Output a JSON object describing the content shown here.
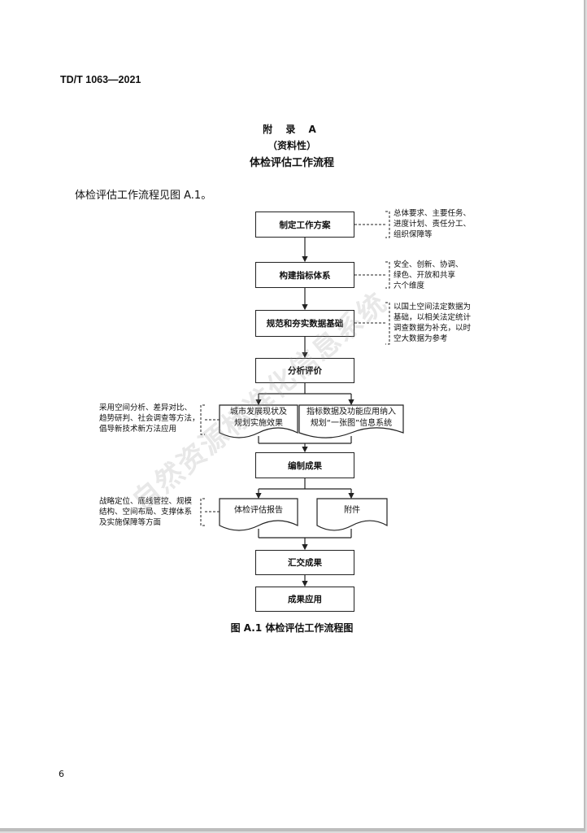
{
  "header": {
    "standard_code": "TD/T  1063—2021"
  },
  "appendix": {
    "label": "附 录 A",
    "nature": "（资料性）",
    "title": "体检评估工作流程"
  },
  "intro_text": "体检评估工作流程见图 A.1。",
  "flowchart": {
    "steps": {
      "s1": "制定工作方案",
      "s2": "构建指标体系",
      "s3": "规范和夯实数据基础",
      "s4": "分析评价",
      "s5": "编制成果",
      "s6": "汇交成果",
      "s7": "成果应用"
    },
    "docs": {
      "d1_line1": "城市发展现状及",
      "d1_line2": "规划实施效果",
      "d2_line1": "指标数据及功能应用纳入",
      "d2_line2": "规划“一张图”信息系统",
      "d3": "体检评估报告",
      "d4": "附件"
    },
    "notes": {
      "n1": [
        "总体要求、主要任务、",
        "进度计划、责任分工、",
        "组织保障等"
      ],
      "n2": [
        "安全、创新、协调、",
        "绿色、开放和共享",
        "六个维度"
      ],
      "n3": [
        "以国土空间法定数据为",
        "基础，以相关法定统计",
        "调查数据为补充，以时",
        "空大数据为参考"
      ],
      "n4": [
        "采用空间分析、差异对比、",
        "趋势研判、社会调查等方法，",
        "倡导新技术新方法应用"
      ],
      "n5": [
        "战略定位、底线管控、规模",
        "结构、空间布局、支撑体系",
        "及实施保障等方面"
      ]
    }
  },
  "figure_caption": "图 A.1   体检评估工作流程图",
  "page_number": "6",
  "watermark": "自然资源标准化信息系统"
}
